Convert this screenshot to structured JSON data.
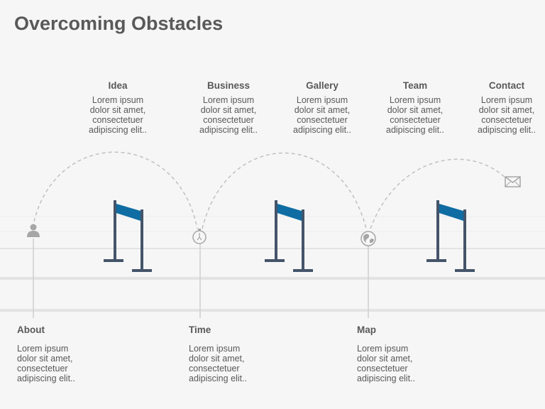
{
  "title": "Overcoming Obstacles",
  "colors": {
    "hurdle_post": "#44546a",
    "hurdle_bar": "#0f6da3",
    "track": "#e6e6e6",
    "arc": "#bfbfbf",
    "icon": "#a6a6a6",
    "text": "#595959"
  },
  "top_items": [
    {
      "heading": "Idea",
      "text": "Lorem ipsum\ndolor sit amet,\nconsectetuer\nadipiscing elit.."
    },
    {
      "heading": "Business",
      "text": "Lorem ipsum\ndolor sit amet,\nconsectetuer\nadipiscing elit.."
    },
    {
      "heading": "Gallery",
      "text": "Lorem ipsum\ndolor sit amet,\nconsectetuer\nadipiscing elit.."
    },
    {
      "heading": "Team",
      "text": "Lorem ipsum\ndolor sit amet,\nconsectetuer\nadipiscing elit.."
    },
    {
      "heading": "Contact",
      "text": "Lorem ipsum\ndolor sit amet,\nconsectetuer\nadipiscing elit.."
    }
  ],
  "bottom_items": [
    {
      "heading": "About",
      "text": "Lorem ipsum\ndolor sit amet,\nconsectetuer\nadipiscing elit.."
    },
    {
      "heading": "Time",
      "text": "Lorem ipsum\ndolor sit amet,\nconsectetuer\nadipiscing elit.."
    },
    {
      "heading": "Map",
      "text": "Lorem ipsum\ndolor sit amet,\nconsectetuer\nadipiscing elit.."
    }
  ],
  "icons": [
    "person-icon",
    "stopwatch-icon",
    "globe-icon",
    "envelope-icon"
  ]
}
